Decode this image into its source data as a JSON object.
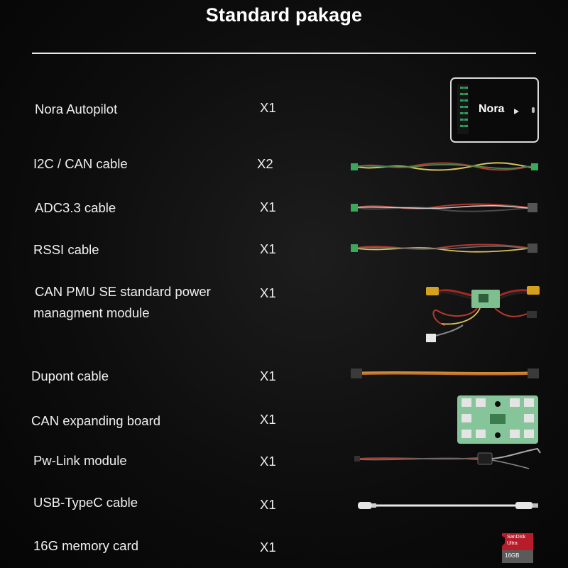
{
  "title": "Standard pakage",
  "items": [
    {
      "name": "Nora Autopilot",
      "qty": "X1",
      "image_label": "Nora"
    },
    {
      "name": "I2C / CAN  cable",
      "qty": "X2"
    },
    {
      "name": "ADC3.3  cable",
      "qty": "X1"
    },
    {
      "name": "RSSI  cable",
      "qty": "X1"
    },
    {
      "name_line1": "CAN PMU SE standard power",
      "name_line2": "managment module",
      "qty": "X1"
    },
    {
      "name": "Dupont cable",
      "qty": "X1"
    },
    {
      "name": "CAN expanding board",
      "qty": "X1"
    },
    {
      "name": "Pw-Link  module",
      "qty": "X1"
    },
    {
      "name": "USB-TypeC  cable",
      "qty": "X1"
    },
    {
      "name": "16G memory card",
      "qty": "X1",
      "image_label_1": "SanDisk",
      "image_label_2": "Ultra",
      "image_label_3": "16GB"
    }
  ],
  "colors": {
    "background": "#0d0d0d",
    "text": "#f2f2f2",
    "rule": "#e8e8e8",
    "cable_green": "#3aa85a",
    "board_green": "#7fbf8f"
  }
}
